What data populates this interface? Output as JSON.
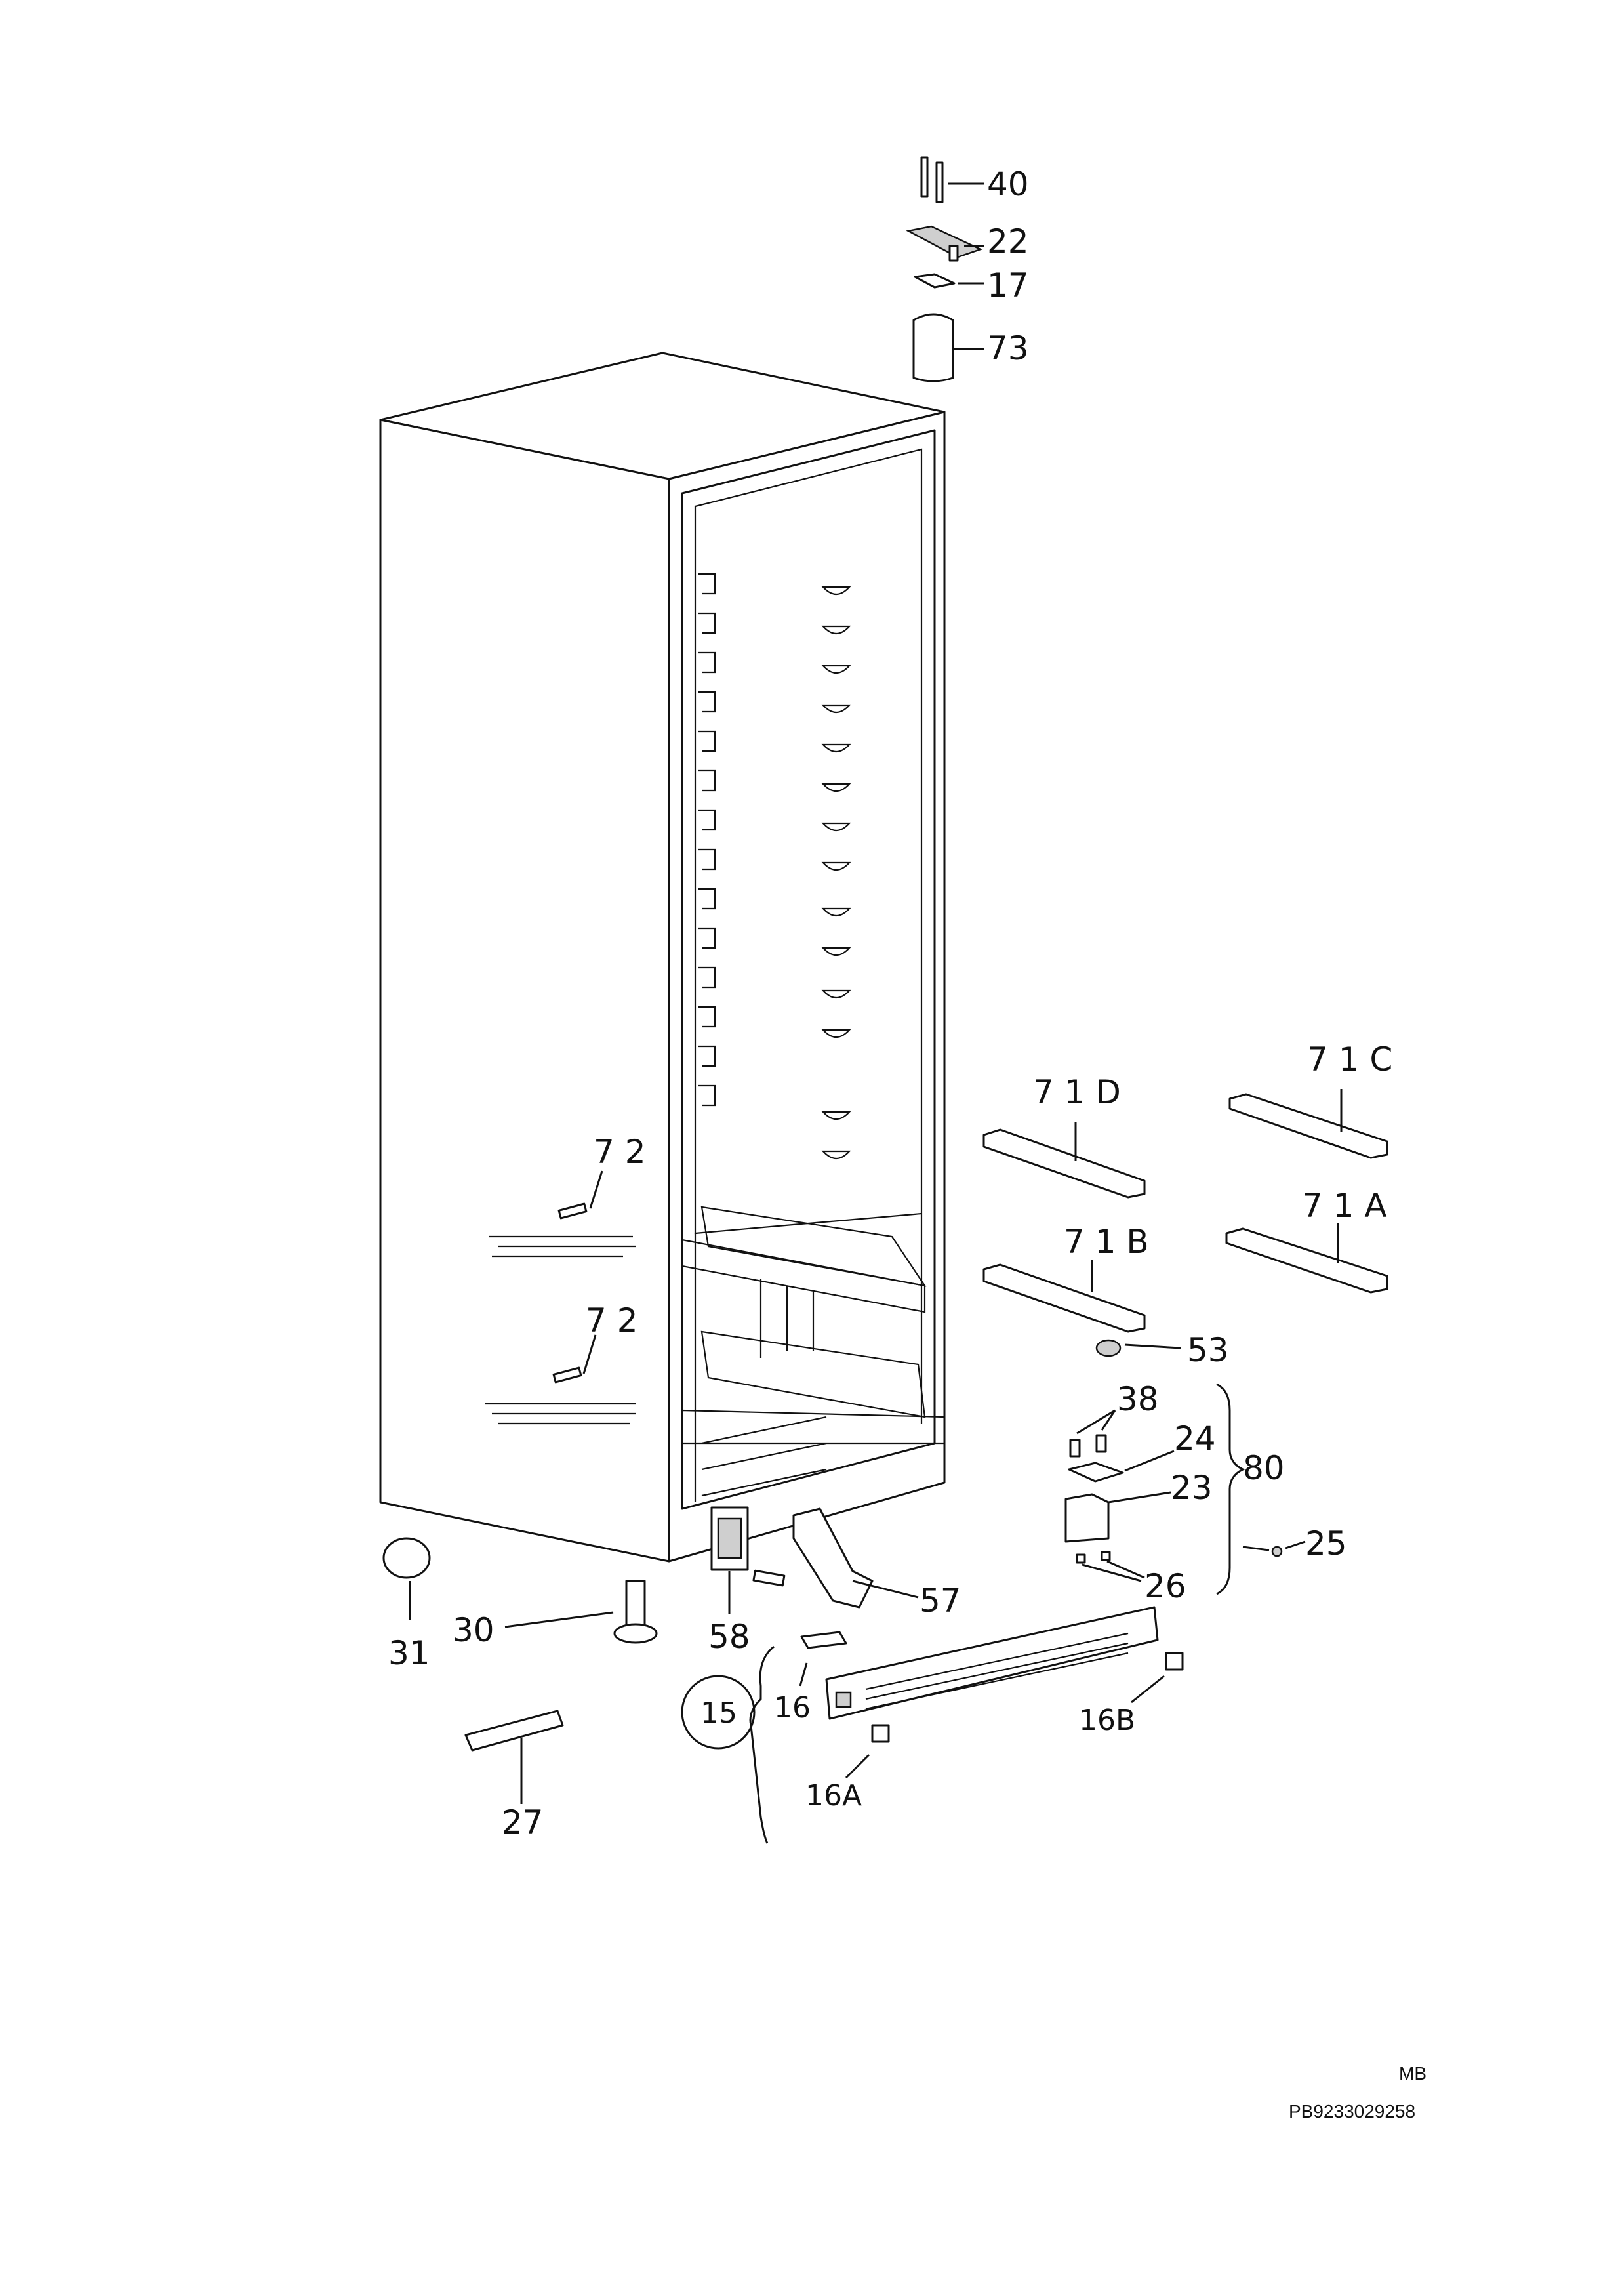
{
  "callouts": {
    "c40": "40",
    "c22": "22",
    "c17": "17",
    "c73": "73",
    "c71D": "7 1 D",
    "c71C": "7 1 C",
    "c71B": "7 1 B",
    "c71A": "7 1 A",
    "c72a": "7 2",
    "c72b": "7 2",
    "c53": "53",
    "c38": "38",
    "c24": "24",
    "c80": "80",
    "c23": "23",
    "c25": "25",
    "c26": "26",
    "c57": "57",
    "c58": "58",
    "c30": "30",
    "c31": "31",
    "c15": "15",
    "c16": "16",
    "c16A": "16A",
    "c16B": "16B",
    "c27": "27"
  },
  "footer": {
    "model": "MB",
    "code": "PB9233029258"
  }
}
